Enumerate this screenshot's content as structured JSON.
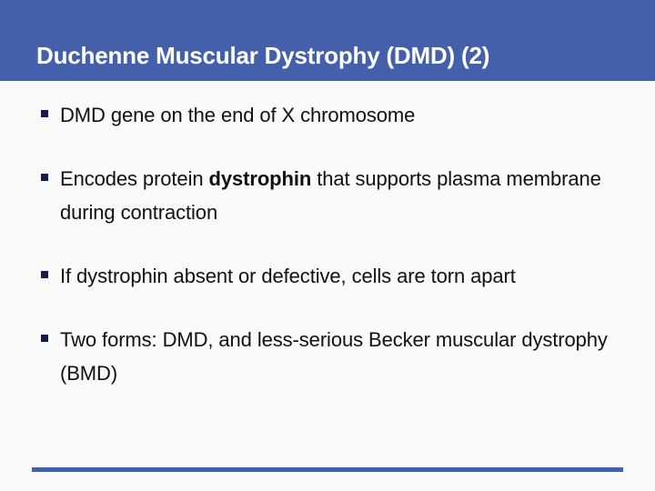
{
  "slide": {
    "title": "Duchenne Muscular Dystrophy (DMD) (2)",
    "bullet_char": "§",
    "bullets": [
      {
        "text_before": "DMD gene on the end of X chromosome",
        "bold": "",
        "text_after": ""
      },
      {
        "text_before": "Encodes protein ",
        "bold": "dystrophin",
        "text_after": " that supports plasma membrane during contraction"
      },
      {
        "text_before": "If dystrophin absent or defective, cells are torn apart",
        "bold": "",
        "text_after": ""
      },
      {
        "text_before": "Two forms: DMD, and less-serious Becker muscular dystrophy (BMD)",
        "bold": "",
        "text_after": ""
      }
    ],
    "colors": {
      "header_blue": "#4460ab",
      "rule_blue": "#4460ab",
      "bullet_navy": "#141c4e",
      "body_background": "#fafafa",
      "title_text": "#ffffff",
      "body_text": "#111111"
    }
  }
}
